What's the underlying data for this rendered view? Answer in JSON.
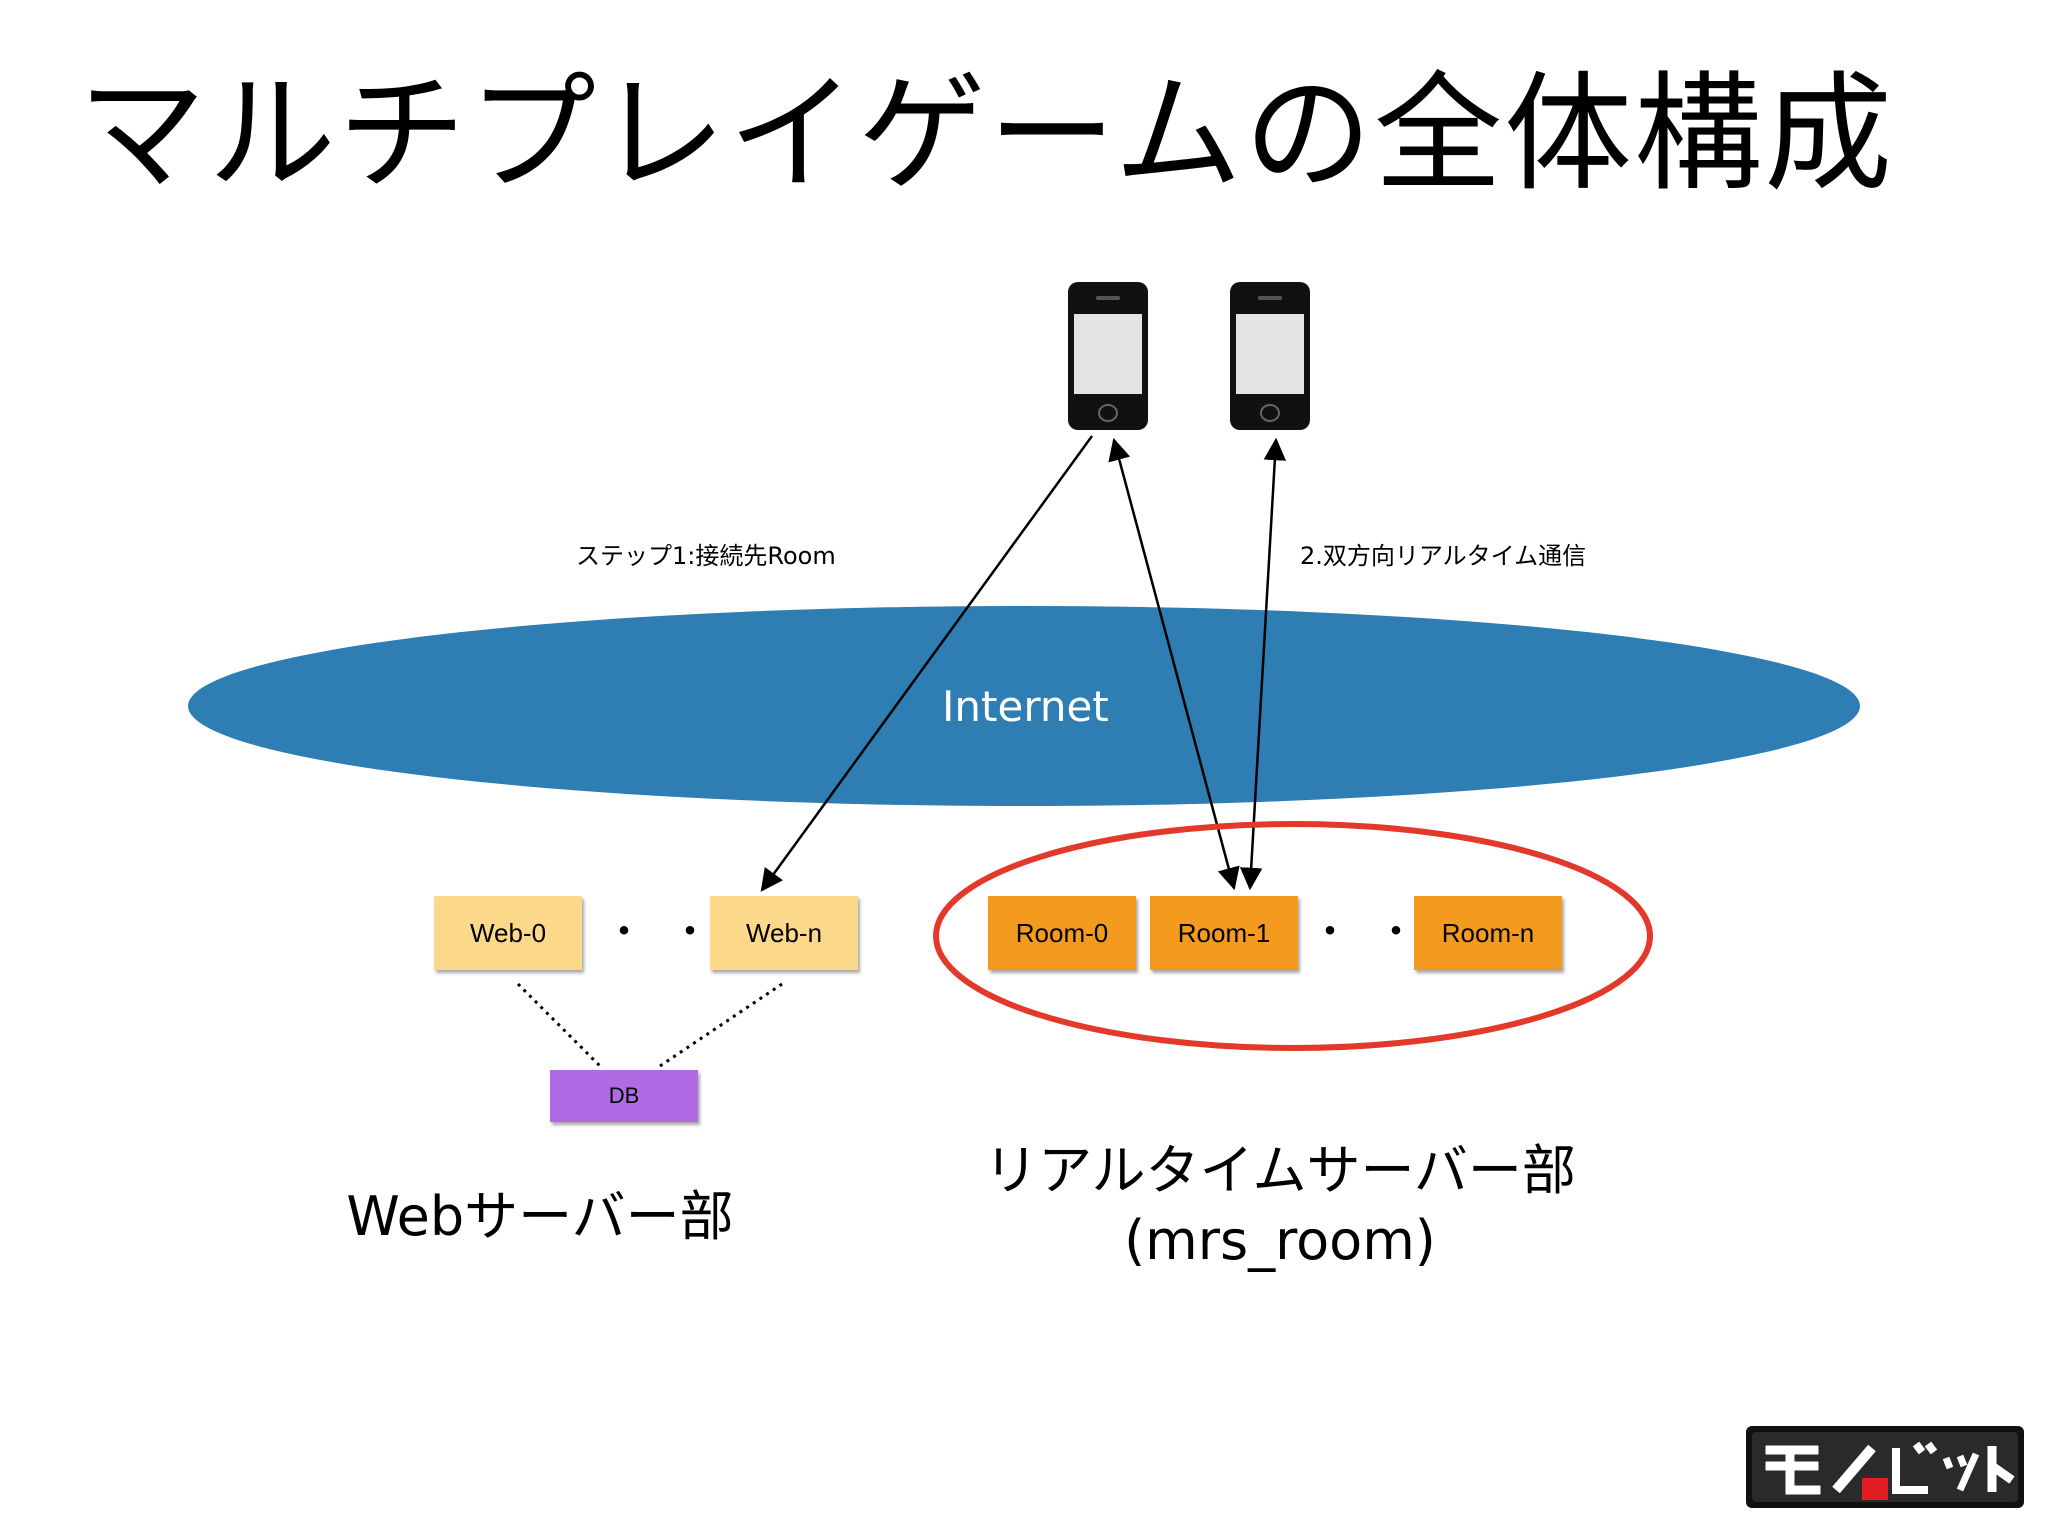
{
  "title": "マルチプレイゲームの全体構成",
  "labels": {
    "step1": "ステップ1:接続先Room",
    "step2": "2.双方向リアルタイム通信",
    "internet": "Internet"
  },
  "web_servers": [
    "Web-0",
    "Web-n"
  ],
  "room_servers": [
    "Room-0",
    "Room-1",
    "Room-n"
  ],
  "ellipsis": "・・・",
  "db": "DB",
  "sections": {
    "web": "Webサーバー部",
    "realtime_line1": "リアルタイムサーバー部",
    "realtime_line2": "(mrs_room)"
  },
  "logo_text": "モノビット",
  "colors": {
    "internet": "#2e7db3",
    "web_box": "#fcd88a",
    "room_box": "#f39a1f",
    "db_box": "#b06ae4",
    "highlight_ring": "#e2392b"
  }
}
